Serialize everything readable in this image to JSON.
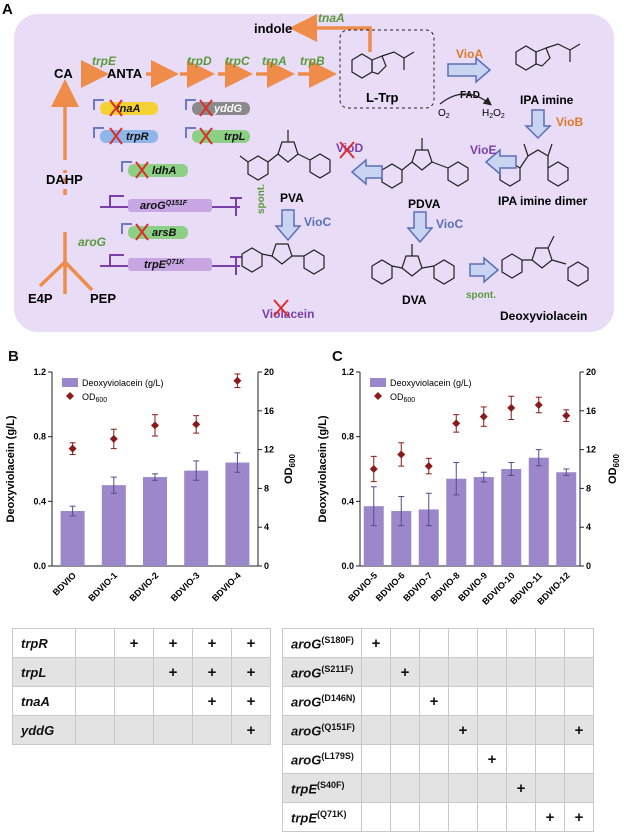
{
  "panel_a": {
    "label": "A",
    "metabolites": {
      "indole": "indole",
      "ca": "CA",
      "anta": "ANTA",
      "ltrp": "L-Trp",
      "ipa_imine": "IPA imine",
      "ipa_dimer": "IPA imine dimer",
      "pdva": "PDVA",
      "pva": "PVA",
      "dva": "DVA",
      "deoxy": "Deoxyviolacein",
      "violacein": "Violacein",
      "dahp": "DAHP",
      "e4p": "E4P",
      "pep": "PEP",
      "o2": "O",
      "h2o2": "H",
      "fad": "FAD"
    },
    "enzymes": {
      "trpE": "trpE",
      "trpD": "trpD",
      "trpC": "trpC",
      "trpA": "trpA",
      "trpB": "trpB",
      "tnaA": "tnaA",
      "aroG": "aroG",
      "vioA": "VioA",
      "vioB": "VioB",
      "vioE": "VioE",
      "vioD": "VioD",
      "vioC1": "VioC",
      "vioC2": "VioC",
      "spont1": "spont.",
      "spont2": "spont."
    },
    "genes": {
      "tnaA": "tnaA",
      "yddG": "yddG",
      "trpR": "trpR",
      "trpL": "trpL",
      "ldhA": "ldhA",
      "aroG": "aroG",
      "aroG_sup": "Q151F",
      "arsB": "arsB",
      "trpE": "trpE",
      "trpE_sup": "Q71K"
    },
    "colors": {
      "background": "#e8dcf7",
      "green_label": "#5b9a3a",
      "orange_arrow": "#ef8c4a",
      "purple": "#7b3fa8",
      "blue": "#5a6fb5",
      "orange_text": "#e07a2a",
      "red_x": "#d9302c"
    }
  },
  "chart_data": [
    {
      "type": "bar",
      "panel": "B",
      "categories": [
        "BDVIO",
        "BDVIO-1",
        "BDVIO-2",
        "BDVIO-3",
        "BDVIO-4"
      ],
      "ylabel": "Deoxyviolacein (g/L)",
      "y2label": "OD600",
      "ylim": [
        0,
        1.2
      ],
      "y2lim": [
        0,
        20
      ],
      "yticks": [
        "0.0",
        "0.4",
        "0.8",
        "1.2"
      ],
      "y2ticks": [
        "0",
        "4",
        "8",
        "12",
        "16",
        "20"
      ],
      "series": [
        {
          "name": "Deoxyviolacein (g/L)",
          "values": [
            0.34,
            0.5,
            0.55,
            0.59,
            0.64
          ],
          "errors": [
            0.03,
            0.05,
            0.02,
            0.06,
            0.06
          ],
          "color": "#9b87c9"
        },
        {
          "name": "OD600",
          "values": [
            12.1,
            13.1,
            14.5,
            14.6,
            19.1
          ],
          "errors": [
            0.6,
            1.0,
            1.1,
            0.9,
            0.7
          ],
          "color": "#8b1a1a"
        }
      ]
    },
    {
      "type": "bar",
      "panel": "C",
      "categories": [
        "BDVIO-5",
        "BDVIO-6",
        "BDVIO-7",
        "BDVIO-8",
        "BDVIO-9",
        "BDVIO-10",
        "BDVIO-11",
        "BDVIO-12"
      ],
      "ylabel": "Deoxyviolacein (g/L)",
      "y2label": "OD600",
      "ylim": [
        0,
        1.2
      ],
      "y2lim": [
        0,
        20
      ],
      "yticks": [
        "0.0",
        "0.4",
        "0.8",
        "1.2"
      ],
      "y2ticks": [
        "0",
        "4",
        "8",
        "12",
        "16",
        "20"
      ],
      "series": [
        {
          "name": "Deoxyviolacein (g/L)",
          "values": [
            0.37,
            0.34,
            0.35,
            0.54,
            0.55,
            0.6,
            0.67,
            0.58
          ],
          "errors": [
            0.12,
            0.09,
            0.1,
            0.1,
            0.03,
            0.04,
            0.05,
            0.02
          ],
          "color": "#9b87c9"
        },
        {
          "name": "OD600",
          "values": [
            10.0,
            11.5,
            10.3,
            14.7,
            15.4,
            16.3,
            16.6,
            15.5
          ],
          "errors": [
            1.3,
            1.2,
            0.8,
            0.9,
            1.0,
            1.2,
            0.8,
            0.6
          ],
          "color": "#8b1a1a"
        }
      ]
    }
  ],
  "panel_b": {
    "label": "B",
    "ylabel": "Deoxyviolacein (g/L)",
    "y2label": "OD",
    "y2sub": "600",
    "legend_bar": "Deoxyviolacein (g/L)",
    "legend_pt": "OD",
    "legend_pt_sub": "600",
    "table_rows": [
      {
        "label": "trpR",
        "cells": [
          "",
          "+",
          "+",
          "+",
          "+"
        ]
      },
      {
        "label": "trpL",
        "cells": [
          "",
          "",
          "+",
          "+",
          "+"
        ]
      },
      {
        "label": "tnaA",
        "cells": [
          "",
          "",
          "",
          "+",
          "+"
        ]
      },
      {
        "label": "yddG",
        "cells": [
          "",
          "",
          "",
          "",
          "+"
        ]
      }
    ]
  },
  "panel_c": {
    "label": "C",
    "ylabel": "Deoxyviolacein (g/L)",
    "y2label": "OD",
    "y2sub": "600",
    "legend_bar": "Deoxyviolacein (g/L)",
    "legend_pt": "OD",
    "legend_pt_sub": "600",
    "table_rows": [
      {
        "label": "aroG",
        "sup": "(S180F)",
        "cells": [
          "+",
          "",
          "",
          "",
          "",
          "",
          "",
          ""
        ]
      },
      {
        "label": "aroG",
        "sup": "(S211F)",
        "cells": [
          "",
          "+",
          "",
          "",
          "",
          "",
          "",
          ""
        ]
      },
      {
        "label": "aroG",
        "sup": "(D146N)",
        "cells": [
          "",
          "",
          "+",
          "",
          "",
          "",
          "",
          ""
        ]
      },
      {
        "label": "aroG",
        "sup": "(Q151F)",
        "cells": [
          "",
          "",
          "",
          "+",
          "",
          "",
          "",
          "+"
        ]
      },
      {
        "label": "aroG",
        "sup": "(L179S)",
        "cells": [
          "",
          "",
          "",
          "",
          "+",
          "",
          "",
          ""
        ]
      },
      {
        "label": "trpE",
        "sup": "(S40F)",
        "cells": [
          "",
          "",
          "",
          "",
          "",
          "+",
          "",
          ""
        ]
      },
      {
        "label": "trpE",
        "sup": "(Q71K)",
        "cells": [
          "",
          "",
          "",
          "",
          "",
          "",
          "+",
          "+"
        ]
      }
    ]
  }
}
